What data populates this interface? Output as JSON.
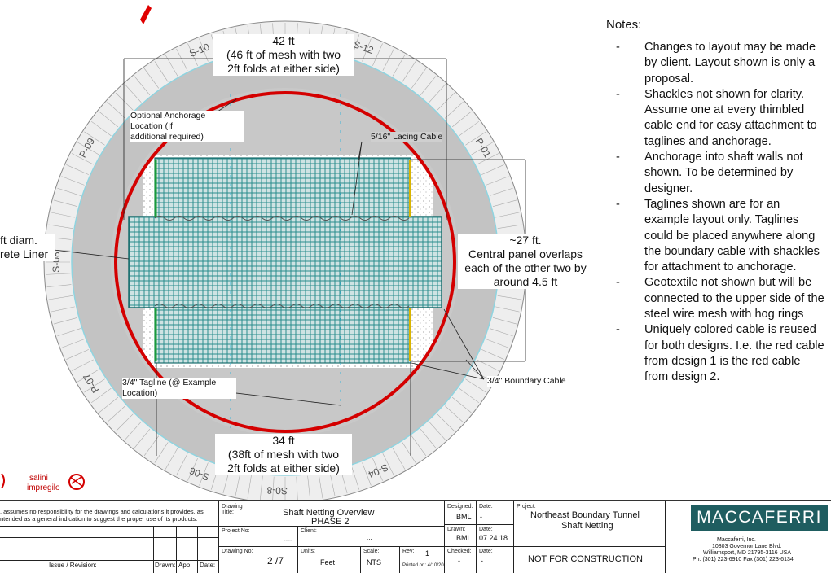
{
  "diagram": {
    "top_dim": {
      "line1": "42 ft",
      "line2": "(46 ft of mesh with two",
      "line3": "2ft folds at either side)"
    },
    "bottom_dim": {
      "line1": "34 ft",
      "line2": "(38ft of mesh with two",
      "line3": "2ft folds at either side)"
    },
    "right_callout": {
      "line1": "~27 ft.",
      "line2": "Central panel overlaps",
      "line3": "each of the other two by",
      "line4": "around 4.5 ft"
    },
    "left_label": {
      "line1": "ft diam.",
      "line2": "rete Liner"
    },
    "anchorage_label": {
      "line1": "Optional Anchorage",
      "line2": "Location (If",
      "line3": "additional required)"
    },
    "lacing_label": "5/16\" Lacing Cable",
    "tagline_label": {
      "line1": "3/4\" Tagline (@ Example",
      "line2": "Location)"
    },
    "boundary_label": "3/4\" Boundary Cable",
    "segments": [
      "S-10",
      "S-12",
      "P-09",
      "P-01",
      "S-08",
      "P-07",
      "S-06",
      "S-04",
      "S0-8"
    ],
    "colors": {
      "red_cable": "#d40000",
      "mesh": "#2a8c8c",
      "concrete": "#bdbdbd",
      "liner": "#e6e6e6"
    }
  },
  "notes": {
    "title": "Notes:",
    "items": [
      "Changes to layout may be made by client. Layout shown is only a proposal.",
      "Shackles not shown for clarity. Assume one at every thimbled cable end for easy attachment to taglines and anchorage.",
      "Anchorage into shaft walls not shown. To be determined by designer.",
      "Taglines shown are for an example layout only. Taglines could be placed anywhere along the boundary cable with shackles for attachment to anchorage.",
      "Geotextile not shown but will be connected to the upper side of the steel wire mesh with hog rings",
      "Uniquely colored cable is reused for both designs. I.e. the red cable from design 1 is the red cable from design 2."
    ]
  },
  "branding": {
    "salini_line1": "salini",
    "salini_line2": "impregilo",
    "maccaferri": "MACCAFERRI"
  },
  "titleblock": {
    "disclaimer_line1": ". assumes no responsibility for the drawings and calculations it provides, as",
    "disclaimer_line2": "ntended as a general indication to suggest the proper use of its products.",
    "issue_revision": "Issue / Revision:",
    "drawn_col": "Drawn:",
    "app_col": "App:",
    "date_col": "Date:",
    "drawing_title_label": "Drawing Title:",
    "drawing_title_1": "Shaft Netting Overview",
    "drawing_title_2": "PHASE 2",
    "project_no_label": "Project No:",
    "project_no": "----",
    "client_label": "Client:",
    "client": "...",
    "drawing_no_label": "Drawing No:",
    "drawing_no": "2  /7",
    "units_label": "Units:",
    "units": "Feet",
    "scale_label": "Scale:",
    "scale": "NTS",
    "rev_label": "Rev:",
    "rev": "1",
    "printed_on": "Printed on: 4/10/20",
    "designed_label": "Designed:",
    "designed": "BML",
    "designed_date_label": "Date:",
    "designed_date": "-",
    "drawn_label": "Drawn:",
    "drawn": "BML",
    "drawn_date_label": "Date:",
    "drawn_date": "07.24.18",
    "checked_label": "Checked:",
    "checked": "-",
    "checked_date_label": "Date:",
    "checked_date": "-",
    "project_label": "Project:",
    "project_1": "Northeast Boundary Tunnel",
    "project_2": "Shaft Netting",
    "status": "NOT FOR CONSTRUCTION",
    "company": "Maccaferri, Inc.",
    "address_1": "10303 Governor Lane Blvd.",
    "address_2": "Williamsport, MD 21795-3116 USA",
    "phone": "Ph. (301) 223-6910 Fax (301) 223-6134"
  }
}
